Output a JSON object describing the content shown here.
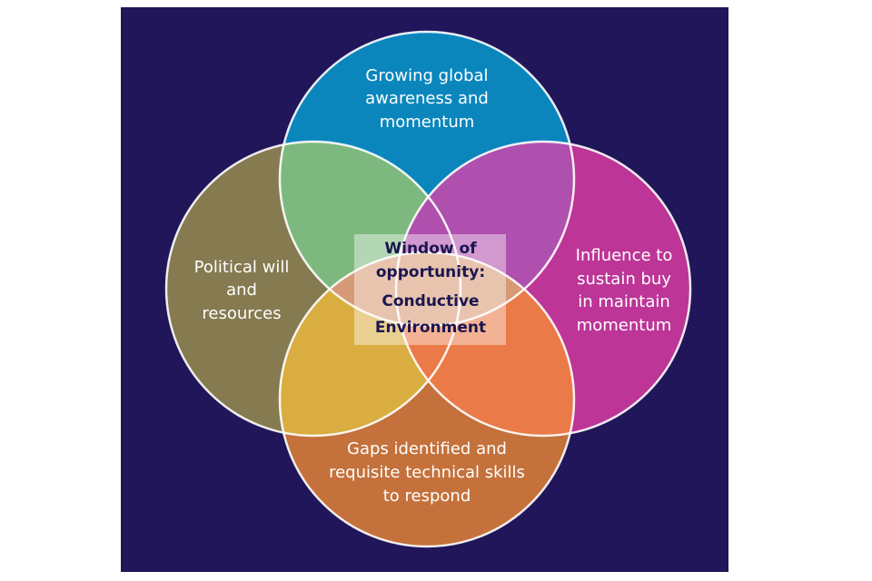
{
  "diagram": {
    "type": "venn",
    "colors": {
      "background": "#201659",
      "top": "#0b86bd",
      "left": "#857a50",
      "right": "#bd3597",
      "bottom": "#c4713b",
      "top_left": "#7db97f",
      "top_right": "#b050ae",
      "bottom_left": "#d9ad40",
      "bottom_right": "#ea7a48",
      "center": "#d79a76"
    },
    "circles": {
      "top": [
        "Growing global",
        "awareness and",
        "momentum"
      ],
      "left": [
        "Political will",
        "and",
        "resources"
      ],
      "right": [
        "Influence to",
        "sustain buy",
        "in maintain",
        "momentum"
      ],
      "bottom": [
        "Gaps identified and",
        "requisite technical skills",
        "to respond"
      ]
    },
    "center": [
      "Window of",
      "opportunity:",
      "Conductive",
      "Environment"
    ]
  }
}
